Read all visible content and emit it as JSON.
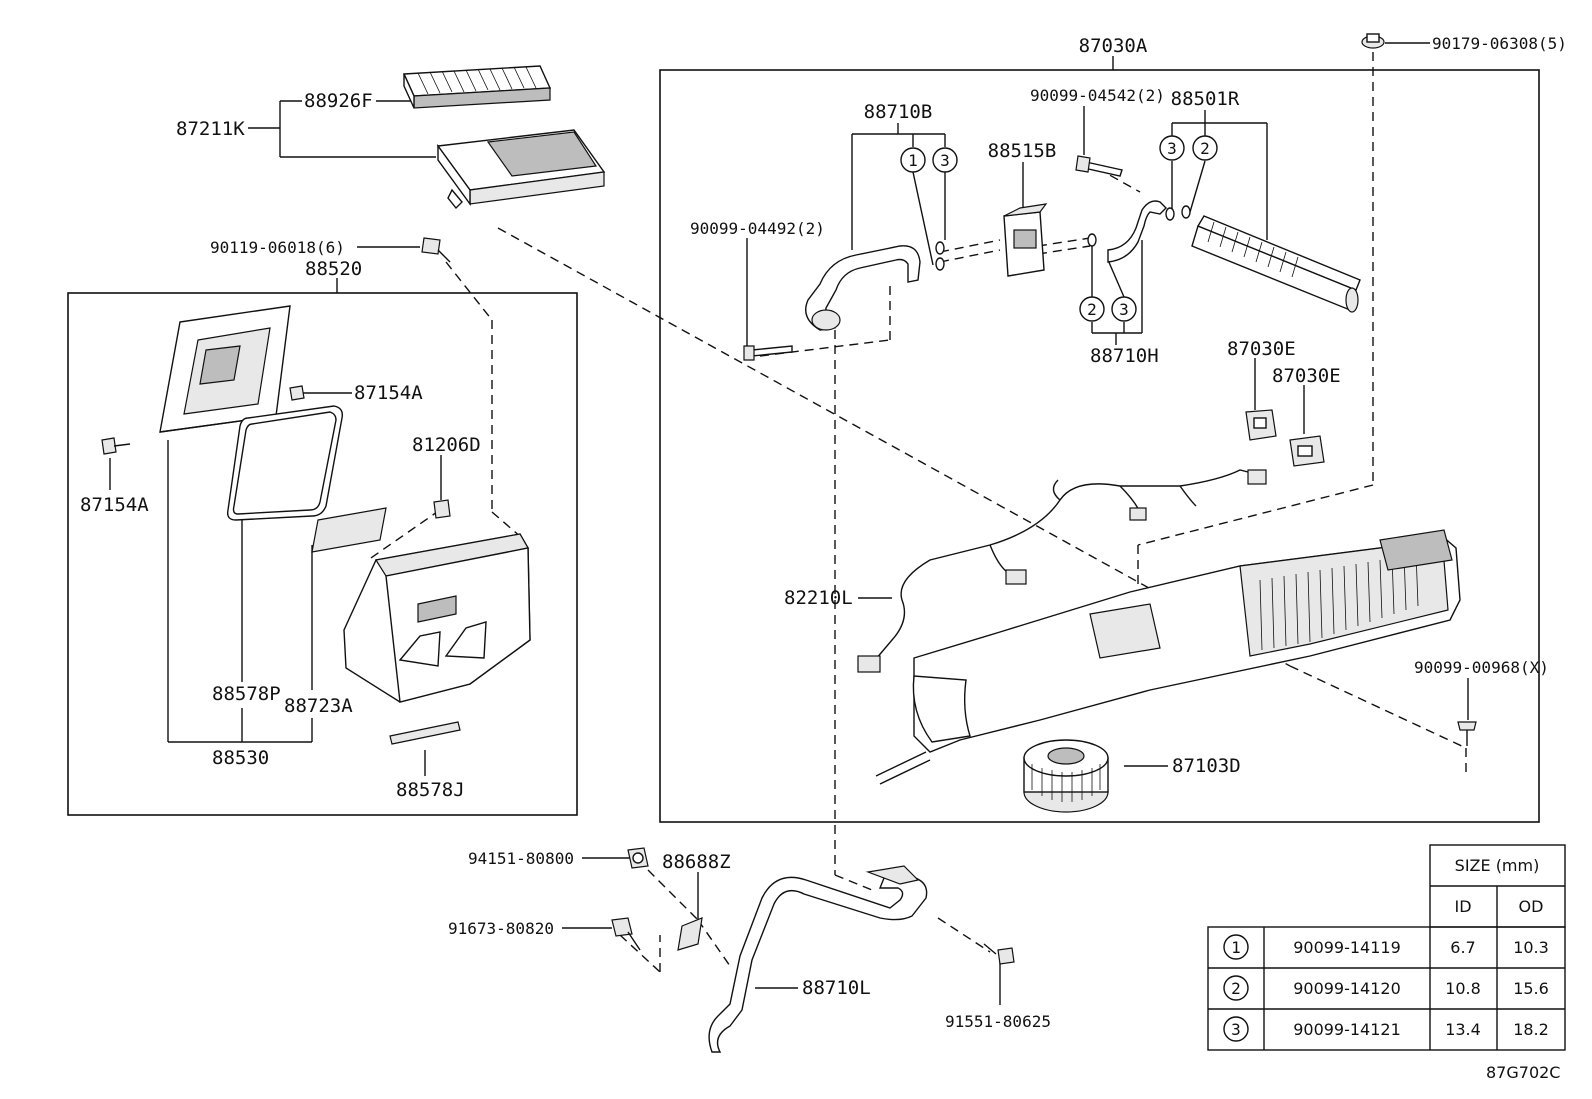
{
  "labels": {
    "p87030A": "87030A",
    "p90179": "90179-06308(5)",
    "p88926F": "88926F",
    "p87211K": "87211K",
    "p88710B": "88710B",
    "p90099_04542": "90099-04542(2)",
    "p88501R": "88501R",
    "p88515B": "88515B",
    "p90099_04492": "90099-04492(2)",
    "p88710H": "88710H",
    "p87030E_1": "87030E",
    "p87030E_2": "87030E",
    "p90119": "90119-06018(6)",
    "p88520": "88520",
    "p87154A_1": "87154A",
    "p87154A_2": "87154A",
    "p81206D": "81206D",
    "p82210L": "82210L",
    "p90099_00968": "90099-00968(X)",
    "p88578P": "88578P",
    "p88723A": "88723A",
    "p88530": "88530",
    "p88578J": "88578J",
    "p87103D": "87103D",
    "p94151": "94151-80800",
    "p88688Z": "88688Z",
    "p91673": "91673-80820",
    "p88710L": "88710L",
    "p91551": "91551-80625",
    "code": "87G702C"
  },
  "callouts": {
    "c1": "1",
    "c2": "2",
    "c3": "3"
  },
  "size_table": {
    "title": "SIZE (mm)",
    "col_id": "ID",
    "col_od": "OD",
    "rows": [
      {
        "key": "1",
        "part": "90099-14119",
        "id": "6.7",
        "od": "10.3"
      },
      {
        "key": "2",
        "part": "90099-14120",
        "id": "10.8",
        "od": "15.6"
      },
      {
        "key": "3",
        "part": "90099-14121",
        "id": "13.4",
        "od": "18.2"
      }
    ]
  }
}
